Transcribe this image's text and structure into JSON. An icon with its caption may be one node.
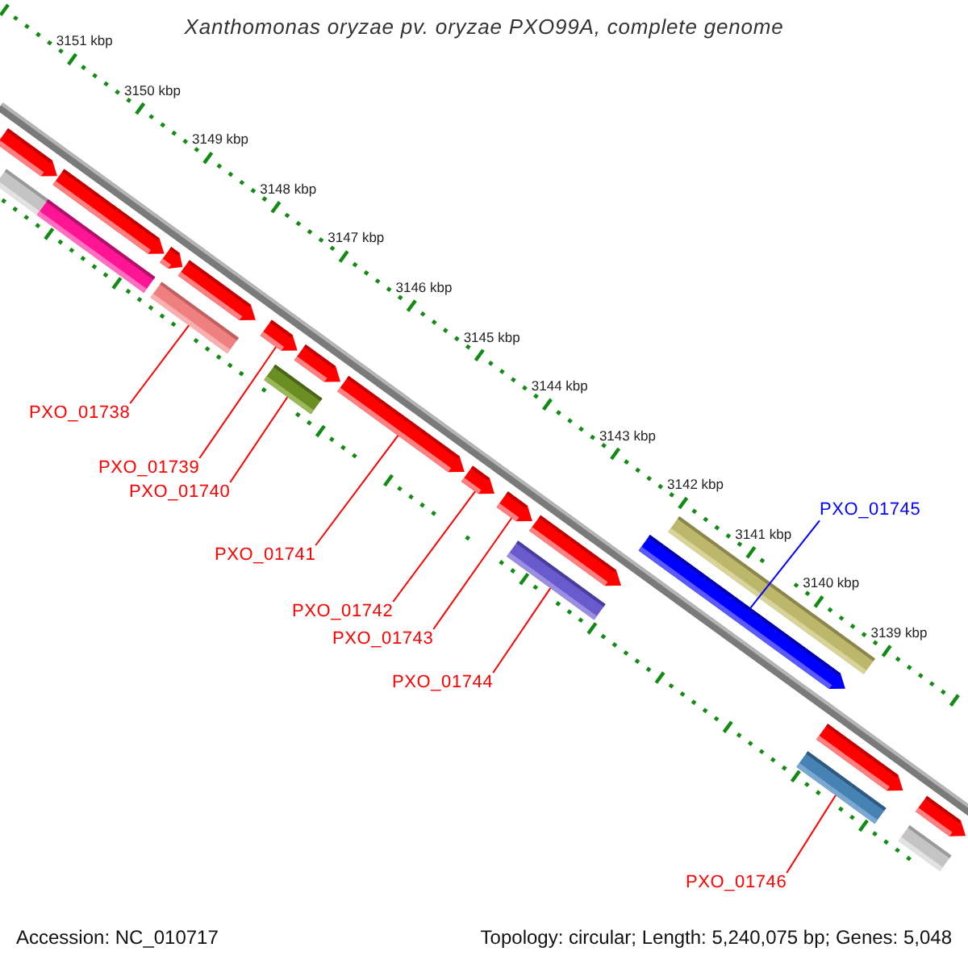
{
  "diagram": {
    "title": "Xanthomonas oryzae pv. oryzae PXO99A, complete genome",
    "nodes": [
      {
        "text": [
          "PXO_01738"
        ]
      },
      {
        "text": [
          "PXO_01739"
        ]
      },
      {
        "text": [
          "PXO_01740"
        ]
      },
      {
        "text": [
          "PXO_01741"
        ]
      },
      {
        "text": [
          "PXO_01742"
        ]
      },
      {
        "text": [
          "PXO_01743"
        ]
      },
      {
        "text": [
          "PXO_01744"
        ]
      },
      {
        "text": [
          "PXO_01745"
        ]
      },
      {
        "text": [
          "PXO_01746"
        ]
      },
      {
        "text": [],
        "shape": "pentagon"
      },
      {
        "text": [],
        "shape": "bar"
      },
      {
        "text": [],
        "shape": "bar"
      },
      {
        "text": [],
        "shape": "pentagon"
      },
      {
        "text": [],
        "shape": "pentagon"
      },
      {
        "text": [],
        "shape": "bar"
      },
      {
        "text": [],
        "shape": "pentagon"
      },
      {
        "text": [],
        "shape": "pentagon"
      },
      {
        "text": [],
        "shape": "bar"
      },
      {
        "text": [],
        "shape": "pentagon"
      },
      {
        "text": [],
        "shape": "pentagon"
      },
      {
        "text": [],
        "shape": "pentagon"
      },
      {
        "text": [],
        "shape": "pentagon"
      },
      {
        "text": [],
        "shape": "bar"
      },
      {
        "text": [],
        "shape": "pentagon"
      },
      {
        "text": [],
        "shape": "pentagon"
      },
      {
        "text": [],
        "shape": "bar"
      },
      {
        "text": [],
        "shape": "pentagon"
      },
      {
        "text": [],
        "shape": "bar"
      },
      {
        "text": [],
        "shape": "pentagon"
      },
      {
        "text": [],
        "shape": "bar"
      }
    ],
    "edges": [
      {
        "from": 0,
        "to": 14,
        "arrow": "none"
      },
      {
        "from": 1,
        "to": 16,
        "arrow": "none"
      },
      {
        "from": 2,
        "to": 17,
        "arrow": "none"
      },
      {
        "from": 3,
        "to": 19,
        "arrow": "none"
      },
      {
        "from": 4,
        "to": 20,
        "arrow": "none"
      },
      {
        "from": 5,
        "to": 21,
        "arrow": "none"
      },
      {
        "from": 6,
        "to": 22,
        "arrow": "none"
      },
      {
        "from": 7,
        "to": 24,
        "arrow": "none",
        "color": "#0000ff"
      },
      {
        "from": 8,
        "to": 27,
        "arrow": "none"
      }
    ],
    "labels": [
      "3151 kbp",
      "3150 kbp",
      "3149 kbp",
      "3148 kbp",
      "3147 kbp",
      "3146 kbp",
      "3145 kbp",
      "3144 kbp",
      "3143 kbp",
      "3142 kbp",
      "3141 kbp",
      "3140 kbp",
      "3139 kbp",
      "Accession: NC_010717",
      "Topology: circular; Length: 5,240,075 bp; Genes: 5,048"
    ]
  }
}
